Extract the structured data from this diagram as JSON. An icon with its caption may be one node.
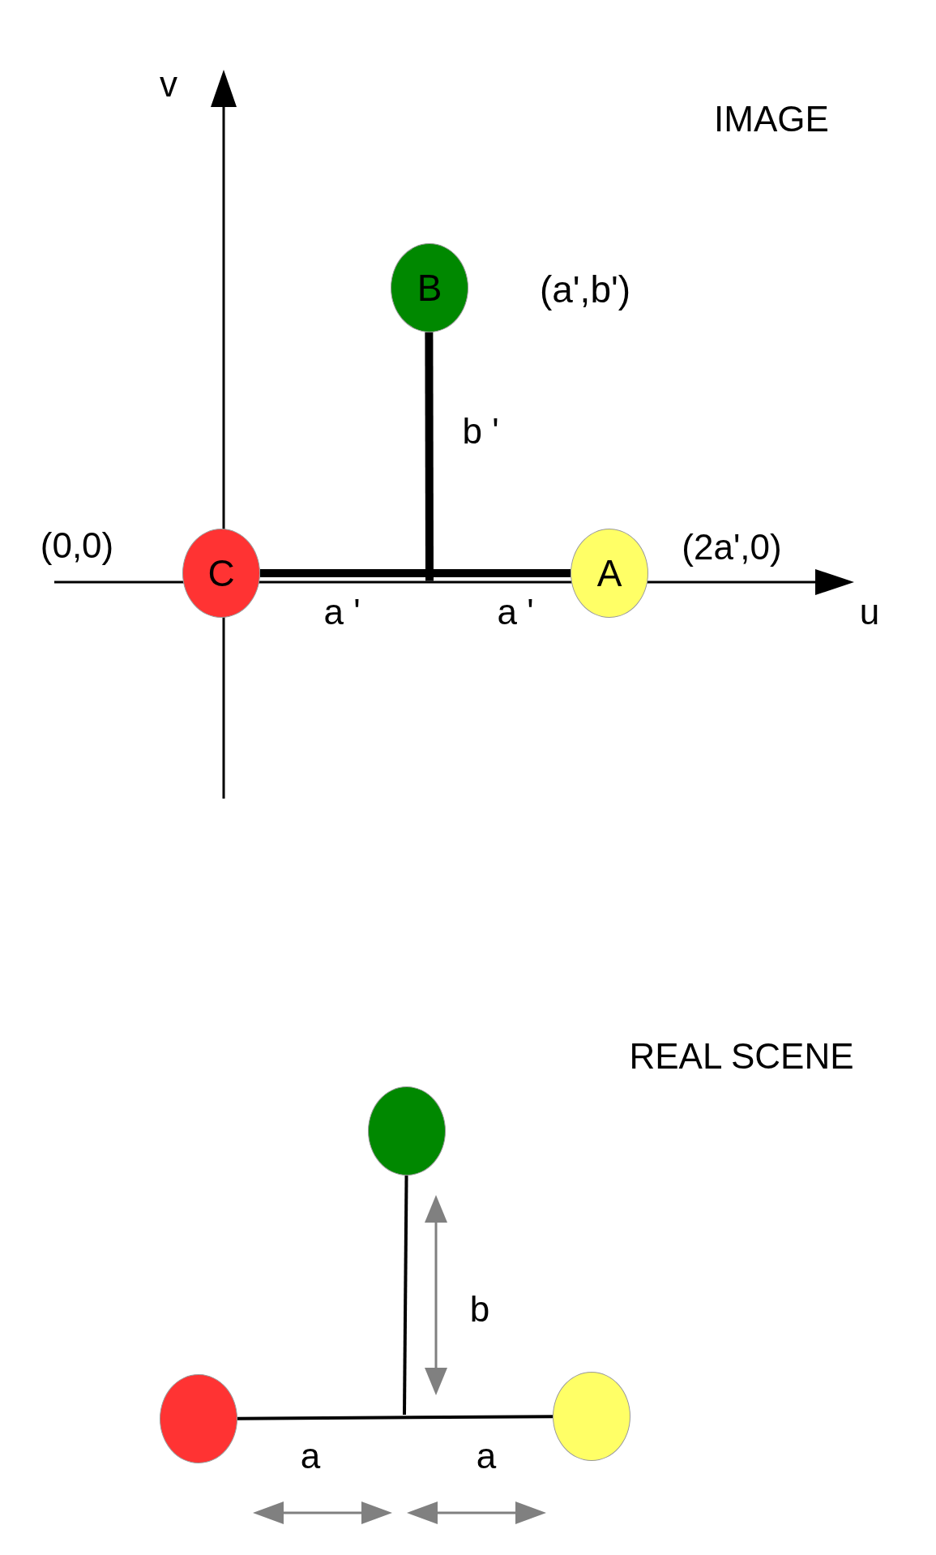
{
  "diagram": {
    "nodes": [
      {
        "text": [
          "C"
        ]
      },
      {
        "text": [
          "B"
        ],
        "beside": [
          "(a',b')"
        ]
      },
      {
        "text": [
          "A"
        ]
      },
      {
        "text": [],
        "shape": "circle"
      },
      {
        "text": [],
        "shape": "circle"
      },
      {
        "text": [],
        "shape": "circle"
      },
      {
        "text": [],
        "shape": "arrow"
      }
    ],
    "edges": [
      {
        "from": 0,
        "to": 2,
        "arrow": "none",
        "style": "thick"
      },
      {
        "from": 1,
        "to": 6,
        "arrow": "none",
        "style": "thick"
      },
      {
        "from": 4,
        "to": 5,
        "arrow": "none"
      },
      {
        "from": 3,
        "to": null,
        "arrow": "none"
      }
    ],
    "labels": [
      "v",
      "IMAGE",
      "b '",
      "(0,0)",
      "(2a',0)",
      "a '",
      "a '",
      "u",
      "REAL SCENE",
      "b",
      "a",
      "a"
    ]
  }
}
